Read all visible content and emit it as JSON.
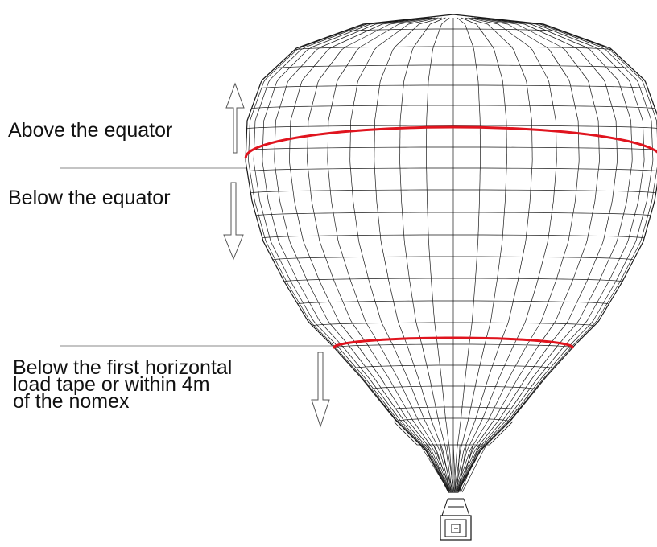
{
  "labels": {
    "above_equator": "Above the equator",
    "below_equator": "Below the equator",
    "below_load_tape": [
      "Below the first horizontal",
      "load tape or within 4m",
      "of the nomex"
    ]
  },
  "colors": {
    "line": "#1a1a1a",
    "highlight": "#e0141e",
    "background": "#ffffff"
  }
}
